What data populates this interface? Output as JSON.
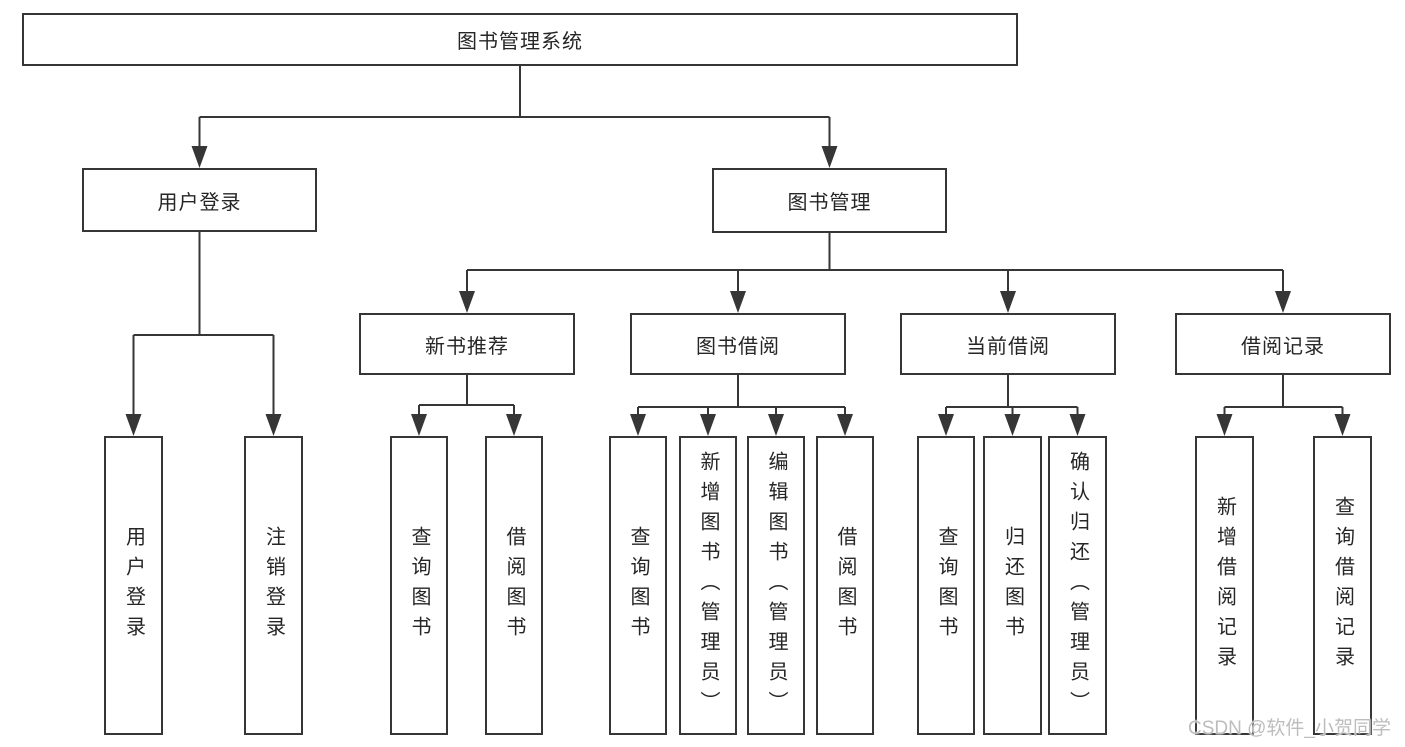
{
  "watermark": {
    "text": "CSDN @软件_小贺同学",
    "color": "#bdbdbd"
  },
  "colors": {
    "line": "#363636",
    "box_border": "#363636",
    "box_background": "#ffffff",
    "text": "#262626",
    "background": "#ffffff"
  },
  "tree": {
    "root": {
      "label": "图书管理系统"
    },
    "branches": [
      {
        "label": "用户登录",
        "children": [
          {
            "label": "用户登录"
          },
          {
            "label": "注销登录"
          }
        ]
      },
      {
        "label": "图书管理",
        "children": [
          {
            "label": "新书推荐",
            "children": [
              {
                "label": "查询图书"
              },
              {
                "label": "借阅图书"
              }
            ]
          },
          {
            "label": "图书借阅",
            "children": [
              {
                "label": "查询图书"
              },
              {
                "label": "新增图书（管理员）"
              },
              {
                "label": "编辑图书（管理员）"
              },
              {
                "label": "借阅图书"
              }
            ]
          },
          {
            "label": "当前借阅",
            "children": [
              {
                "label": "查询图书"
              },
              {
                "label": "归还图书"
              },
              {
                "label": "确认归还（管理员）"
              }
            ]
          },
          {
            "label": "借阅记录",
            "children": [
              {
                "label": "新增借阅记录"
              },
              {
                "label": "查询借阅记录"
              }
            ]
          }
        ]
      }
    ]
  }
}
